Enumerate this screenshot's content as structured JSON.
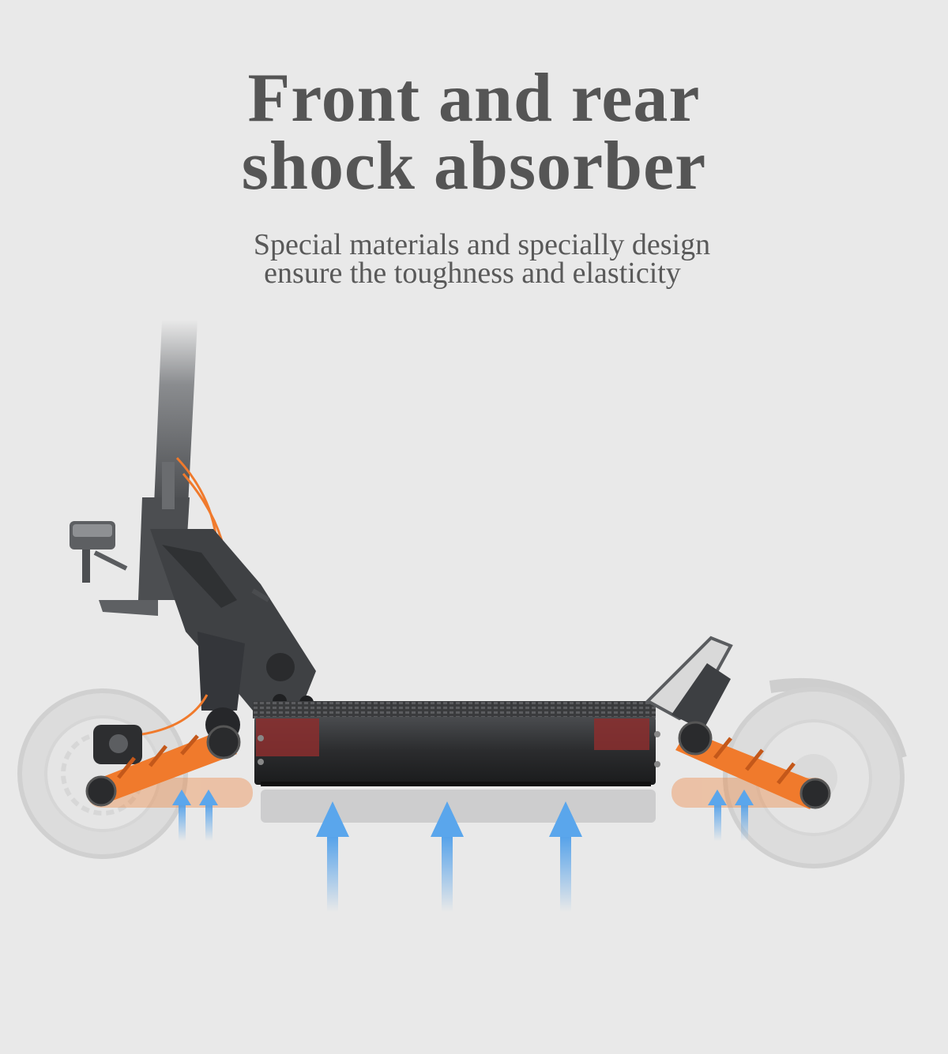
{
  "heading": {
    "line1": "Front and rear",
    "line2": "shock absorber"
  },
  "subheading": {
    "line1": "Special materials and specially design",
    "line2": "ensure the toughness and elasticity"
  },
  "colors": {
    "background": "#e9e9e9",
    "text": "#555555",
    "accent_orange": "#f07a2c",
    "arrow_blue": "#5aa6ec",
    "frame_dark": "#3b3d40"
  },
  "icons": {
    "arrows": "up-arrow-icon"
  }
}
